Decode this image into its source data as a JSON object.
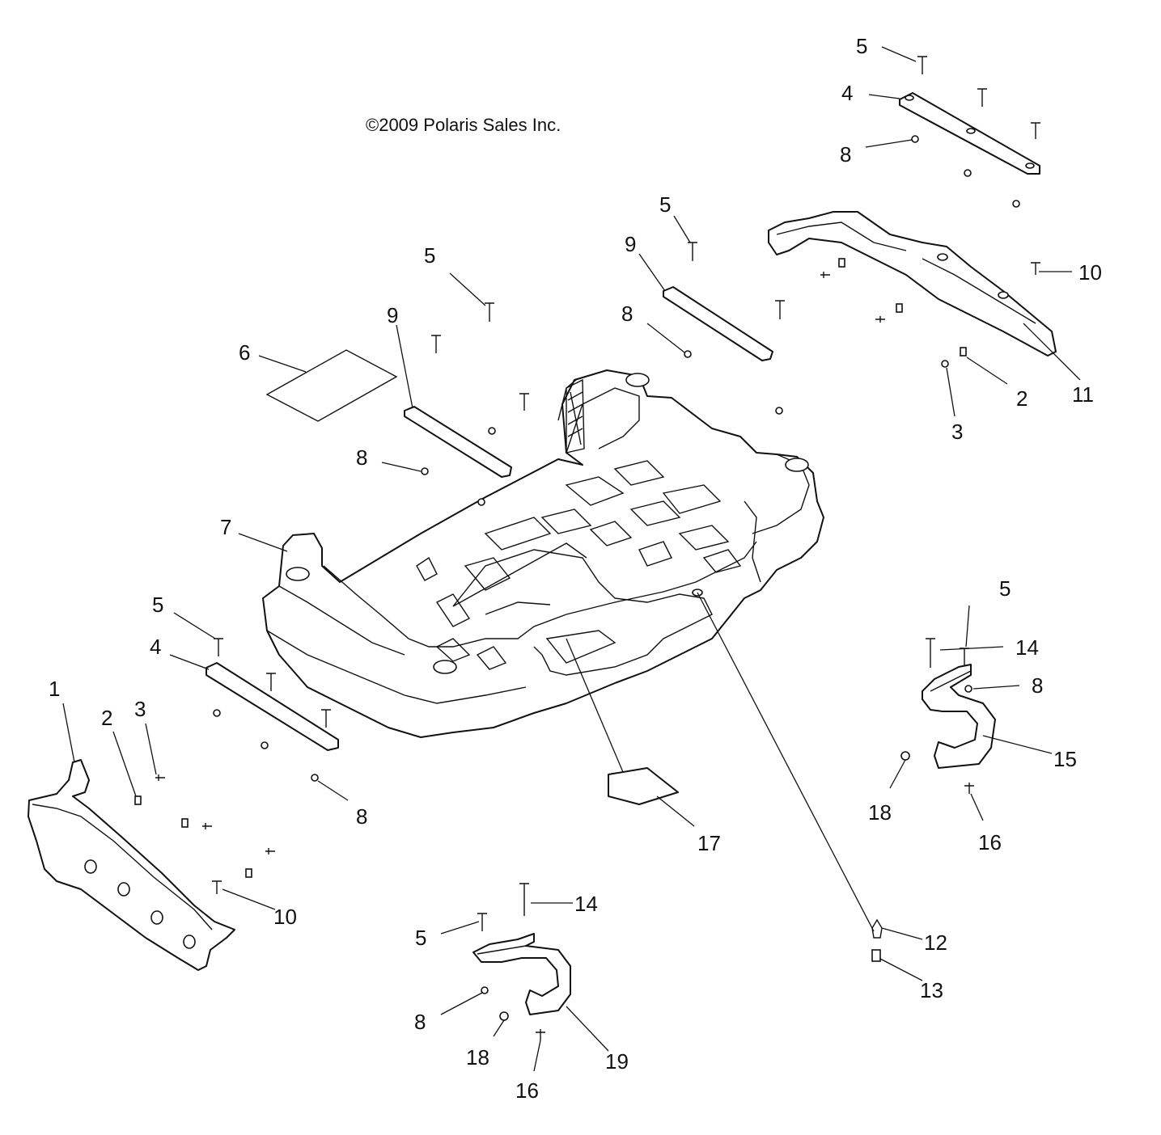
{
  "copyright": "©2009 Polaris Sales Inc.",
  "callouts": [
    {
      "id": "c5-top",
      "text": "5"
    },
    {
      "id": "c4-top",
      "text": "4"
    },
    {
      "id": "c8-top",
      "text": "8"
    },
    {
      "id": "c5-mid-right",
      "text": "5"
    },
    {
      "id": "c9-right",
      "text": "9"
    },
    {
      "id": "c8-mid-right",
      "text": "8"
    },
    {
      "id": "c10-right",
      "text": "10"
    },
    {
      "id": "c2-right",
      "text": "2"
    },
    {
      "id": "c3-right",
      "text": "3"
    },
    {
      "id": "c11",
      "text": "11"
    },
    {
      "id": "c5-mid-left",
      "text": "5"
    },
    {
      "id": "c9-left",
      "text": "9"
    },
    {
      "id": "c6",
      "text": "6"
    },
    {
      "id": "c8-mid-left",
      "text": "8"
    },
    {
      "id": "c7",
      "text": "7"
    },
    {
      "id": "c5-left",
      "text": "5"
    },
    {
      "id": "c4-left",
      "text": "4"
    },
    {
      "id": "c1",
      "text": "1"
    },
    {
      "id": "c2-left",
      "text": "2"
    },
    {
      "id": "c3-left",
      "text": "3"
    },
    {
      "id": "c8-left",
      "text": "8"
    },
    {
      "id": "c10-left",
      "text": "10"
    },
    {
      "id": "c17",
      "text": "17"
    },
    {
      "id": "c5-right-handle",
      "text": "5"
    },
    {
      "id": "c14-right",
      "text": "14"
    },
    {
      "id": "c8-right-handle",
      "text": "8"
    },
    {
      "id": "c15",
      "text": "15"
    },
    {
      "id": "c18-right",
      "text": "18"
    },
    {
      "id": "c16-right",
      "text": "16"
    },
    {
      "id": "c12",
      "text": "12"
    },
    {
      "id": "c13",
      "text": "13"
    },
    {
      "id": "c14-bottom",
      "text": "14"
    },
    {
      "id": "c5-bottom",
      "text": "5"
    },
    {
      "id": "c8-bottom",
      "text": "8"
    },
    {
      "id": "c18-bottom",
      "text": "18"
    },
    {
      "id": "c16-bottom",
      "text": "16"
    },
    {
      "id": "c19",
      "text": "19"
    }
  ]
}
